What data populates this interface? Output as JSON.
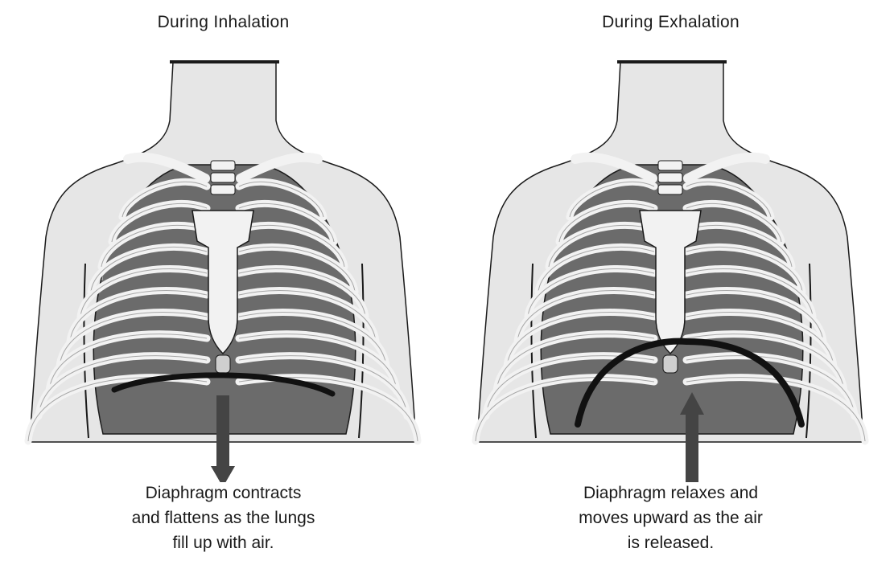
{
  "panels": [
    {
      "id": "inhalation",
      "title": "During Inhalation",
      "caption_lines": [
        "Diaphragm contracts",
        "and flattens as the lungs",
        "fill up with air."
      ],
      "arrow_direction": "down"
    },
    {
      "id": "exhalation",
      "title": "During Exhalation",
      "caption_lines": [
        "Diaphragm relaxes and",
        "moves upward as the air",
        "is released."
      ],
      "arrow_direction": "up"
    }
  ],
  "colors": {
    "skin": "#e6e6e6",
    "outline": "#1a1a1a",
    "bone": "#f2f2f2",
    "rib_shadow": "#6b6b6b",
    "diaphragm": "#111111",
    "arrow": "#444444"
  }
}
